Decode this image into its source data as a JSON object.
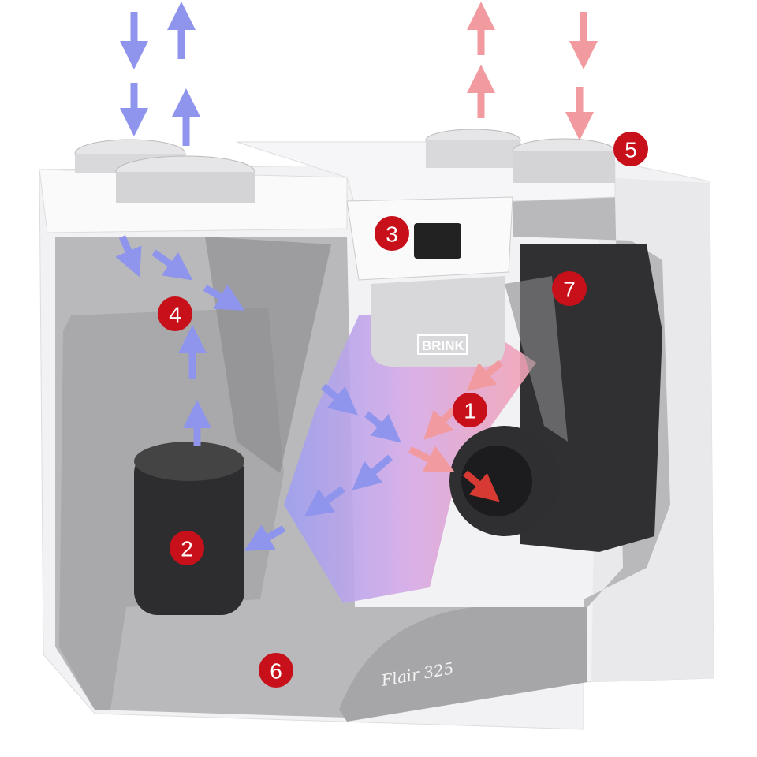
{
  "diagram": {
    "brand_logo": "BRINK",
    "model_name": "Flair 325",
    "markers": [
      "1",
      "2",
      "3",
      "4",
      "5",
      "6",
      "7"
    ],
    "colors": {
      "marker": "#c8101a",
      "fresh_air_arrow": "#8f95ec",
      "exhaust_air_arrow": "#f19a9f",
      "foam": "#b9b9bb",
      "casing": "#f2f2f4"
    }
  }
}
